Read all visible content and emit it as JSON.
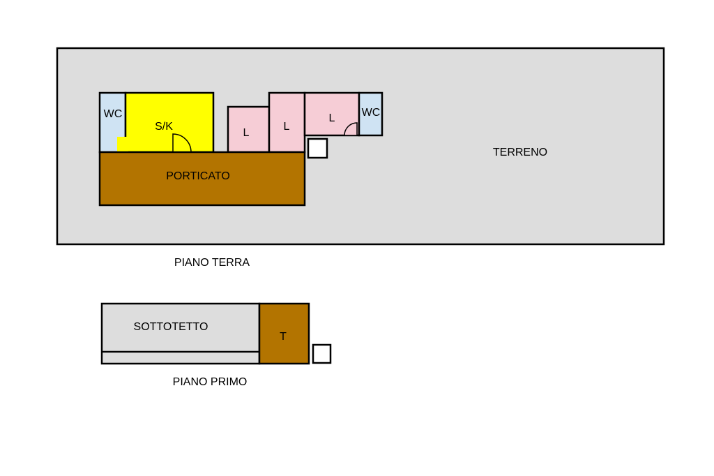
{
  "colors": {
    "terrain": "#dddddd",
    "wc": "#cfe3f3",
    "kitchen": "#ffff00",
    "bedroom": "#f6cdd6",
    "porch": "#b37400",
    "attic": "#dddddd",
    "terrace": "#b37400",
    "wall": "#000000",
    "corridor": "#dddddd"
  },
  "ground_floor": {
    "caption": "PIANO TERRA",
    "terrain_label": "TERRENO",
    "rooms": {
      "wc_left": "WC",
      "kitchen": "S/K",
      "bedroom_1": "L",
      "bedroom_2": "L",
      "bedroom_3": "L",
      "wc_right": "WC",
      "porch": "PORTICATO"
    }
  },
  "first_floor": {
    "caption": "PIANO PRIMO",
    "rooms": {
      "attic": "SOTTOTETTO",
      "terrace": "T"
    }
  }
}
